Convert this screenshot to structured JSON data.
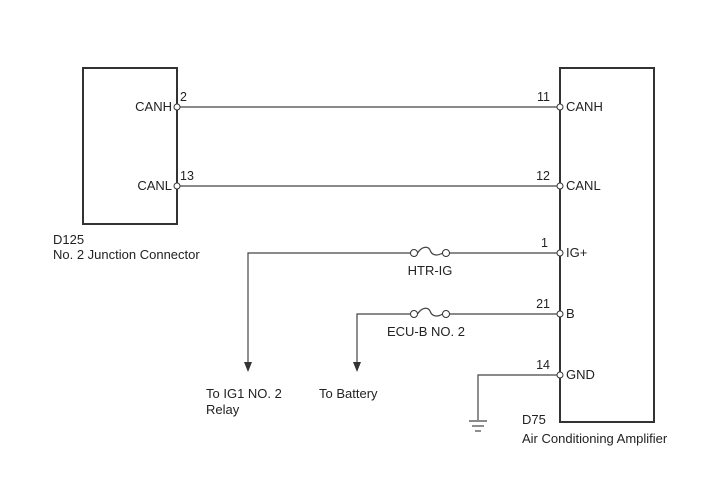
{
  "left_connector": {
    "code": "D125",
    "name": "No. 2 Junction Connector",
    "pins": [
      {
        "number": "2",
        "signal": "CANH"
      },
      {
        "number": "13",
        "signal": "CANL"
      }
    ]
  },
  "right_component": {
    "code": "D75",
    "name": "Air Conditioning Amplifier",
    "pins": [
      {
        "number": "11",
        "signal": "CANH"
      },
      {
        "number": "12",
        "signal": "CANL"
      },
      {
        "number": "1",
        "signal": "IG+"
      },
      {
        "number": "21",
        "signal": "B"
      },
      {
        "number": "14",
        "signal": "GND"
      }
    ]
  },
  "fuses": [
    {
      "name": "HTR-IG"
    },
    {
      "name": "ECU-B NO. 2"
    }
  ],
  "destinations": [
    {
      "line1": "To IG1 NO. 2",
      "line2": "Relay"
    },
    {
      "line1": "To Battery",
      "line2": ""
    }
  ],
  "ground": {
    "symbol": "ground-icon"
  },
  "colors": {
    "line": "#333333",
    "text": "#222222",
    "background": "#ffffff"
  }
}
